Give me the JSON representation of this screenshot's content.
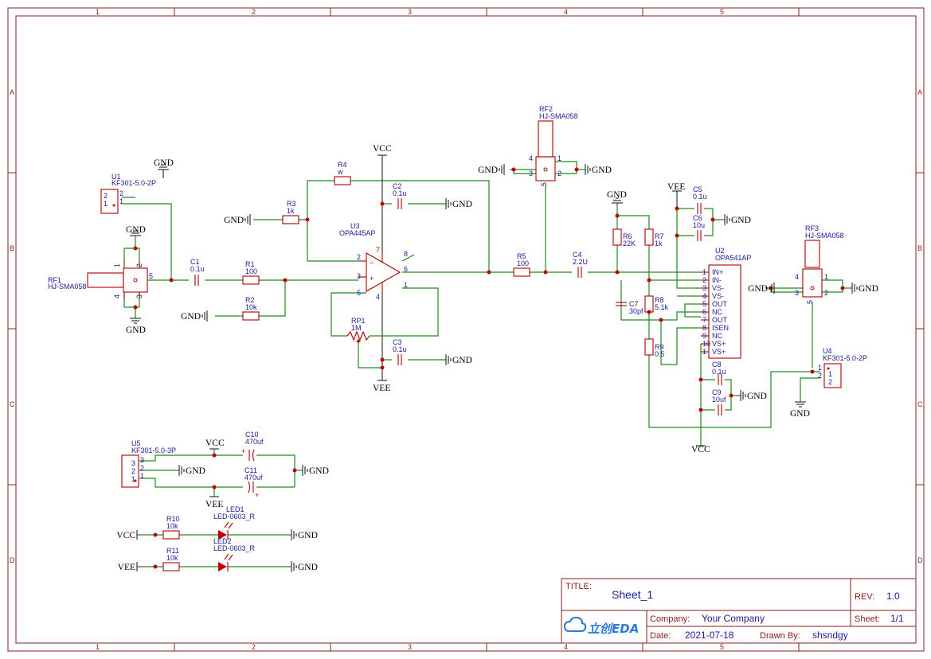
{
  "grid": {
    "columns": [
      "1",
      "2",
      "3",
      "4",
      "5"
    ],
    "rows": [
      "A",
      "B",
      "C",
      "D"
    ]
  },
  "components": {
    "U1": {
      "ref": "U1",
      "value": "KF301-5.0-2P"
    },
    "U4": {
      "ref": "U4",
      "value": "KF301-5.0-2P"
    },
    "U5": {
      "ref": "U5",
      "value": "KF301-5.0-3P"
    },
    "RF1": {
      "ref": "RF1",
      "value": "HJ-SMA058"
    },
    "RF2": {
      "ref": "RF2",
      "value": "HJ-SMA058"
    },
    "RF3": {
      "ref": "RF3",
      "value": "HJ-SMA058"
    },
    "U3": {
      "ref": "U3",
      "value": "OPA445AP"
    },
    "U2": {
      "ref": "U2",
      "value": "OPA541AP"
    },
    "C1": {
      "ref": "C1",
      "value": "0.1u"
    },
    "C2": {
      "ref": "C2",
      "value": "0.1u"
    },
    "C3": {
      "ref": "C3",
      "value": "0.1u"
    },
    "C4": {
      "ref": "C4",
      "value": "2.2U"
    },
    "C5": {
      "ref": "C5",
      "value": "0.1u"
    },
    "C6": {
      "ref": "C6",
      "value": "10u"
    },
    "C7": {
      "ref": "C7",
      "value": "30pf"
    },
    "C8": {
      "ref": "C8",
      "value": "0.1u"
    },
    "C9": {
      "ref": "C9",
      "value": "10uf"
    },
    "C10": {
      "ref": "C10",
      "value": "470uf"
    },
    "C11": {
      "ref": "C11",
      "value": "470uf"
    },
    "R1": {
      "ref": "R1",
      "value": "100"
    },
    "R2": {
      "ref": "R2",
      "value": "10k"
    },
    "R3": {
      "ref": "R3",
      "value": "1k"
    },
    "R4": {
      "ref": "R4",
      "value": "w"
    },
    "R5": {
      "ref": "R5",
      "value": "100"
    },
    "R6": {
      "ref": "R6",
      "value": "22K"
    },
    "R7": {
      "ref": "R7",
      "value": "1k"
    },
    "R8": {
      "ref": "R8",
      "value": "5.1k"
    },
    "R9": {
      "ref": "R9",
      "value": "0.5"
    },
    "R10": {
      "ref": "R10",
      "value": "10k"
    },
    "R11": {
      "ref": "R11",
      "value": "10k"
    },
    "RP1": {
      "ref": "RP1",
      "value": "1M"
    },
    "LED1": {
      "ref": "LED1",
      "value": "LED-0603_R"
    },
    "LED2": {
      "ref": "LED2",
      "value": "LED-0603_R"
    }
  },
  "nets": {
    "gnd": "GND",
    "vcc": "VCC",
    "vee": "VEE"
  },
  "u2_pins": [
    {
      "num": "1",
      "name": "IN+"
    },
    {
      "num": "2",
      "name": "IN-"
    },
    {
      "num": "3",
      "name": "VS-"
    },
    {
      "num": "4",
      "name": "VS-"
    },
    {
      "num": "5",
      "name": "OUT"
    },
    {
      "num": "6",
      "name": "NC"
    },
    {
      "num": "7",
      "name": "OUT"
    },
    {
      "num": "8",
      "name": "ISEN"
    },
    {
      "num": "9",
      "name": "NC"
    },
    {
      "num": "10",
      "name": "VS+"
    },
    {
      "num": "1",
      "name": "VS+"
    }
  ],
  "title_block": {
    "title_label": "TITLE:",
    "title": "Sheet_1",
    "rev_label": "REV:",
    "rev": "1.0",
    "company_label": "Company:",
    "company": "Your Company",
    "sheet_label": "Sheet:",
    "sheet": "1/1",
    "date_label": "Date:",
    "date": "2021-07-18",
    "drawn_label": "Drawn By:",
    "drawn_by": "shsndgy",
    "logo_text": "立创EDA"
  },
  "colors": {
    "frame": "#8a1c1c",
    "wire": "#1f8a1f",
    "part": "#b00000",
    "label": "#1a1a9a"
  }
}
